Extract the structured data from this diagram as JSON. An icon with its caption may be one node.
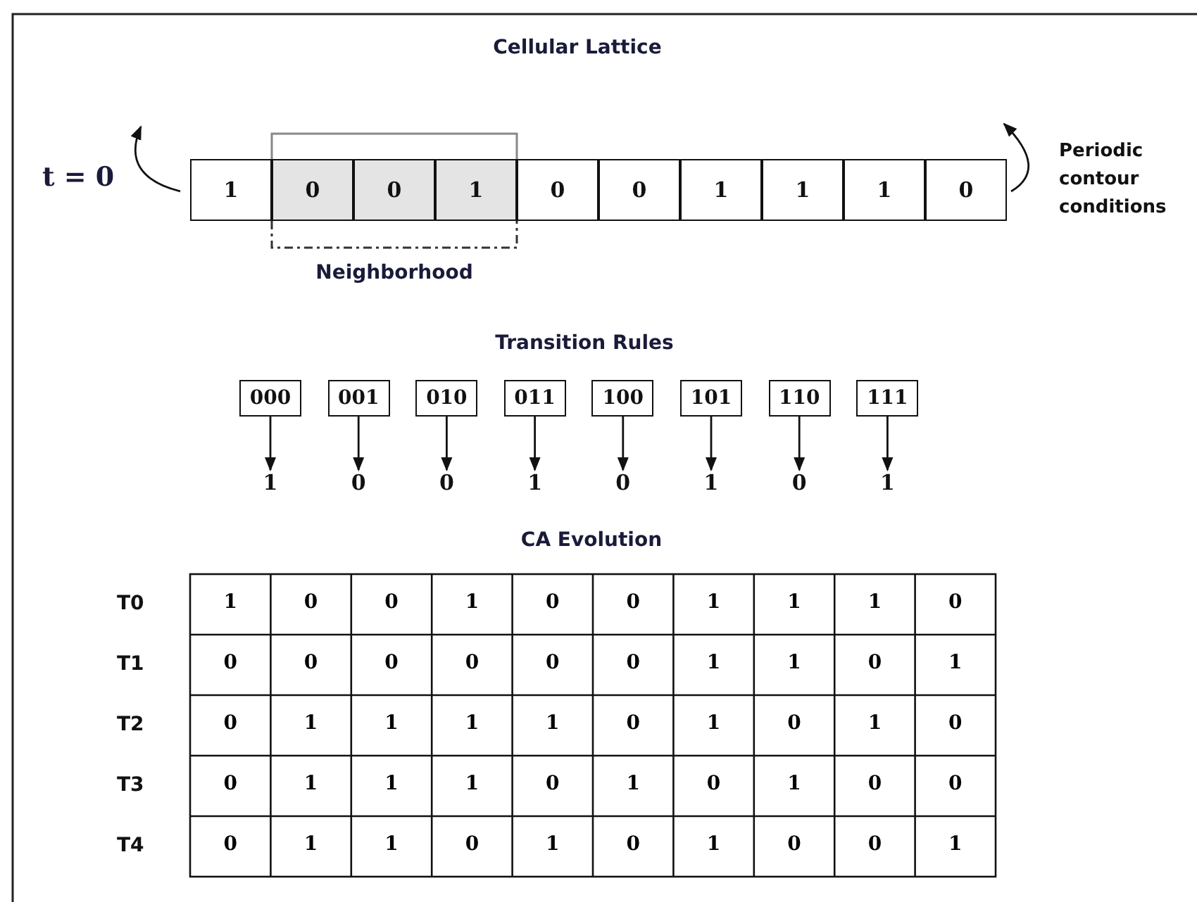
{
  "diagram": {
    "nodes": [
      {
        "text": [
          "1"
        ]
      },
      {
        "text": [
          "0"
        ]
      },
      {
        "text": [
          "0"
        ]
      },
      {
        "text": [
          "1"
        ]
      },
      {
        "text": [
          "0"
        ]
      },
      {
        "text": [
          "0"
        ]
      },
      {
        "text": [
          "1"
        ]
      },
      {
        "text": [
          "1"
        ]
      },
      {
        "text": [
          "1"
        ]
      },
      {
        "text": [
          "0"
        ]
      },
      {
        "text": [
          "000"
        ]
      },
      {
        "text": [
          "001"
        ]
      },
      {
        "text": [
          "010"
        ]
      },
      {
        "text": [
          "011"
        ]
      },
      {
        "text": [
          "100"
        ]
      },
      {
        "text": [
          "101"
        ]
      },
      {
        "text": [
          "110"
        ]
      },
      {
        "text": [
          "111"
        ]
      },
      {
        "text": [
          "1"
        ]
      },
      {
        "text": [
          "0"
        ]
      },
      {
        "text": [
          "0"
        ]
      },
      {
        "text": [
          "1"
        ]
      },
      {
        "text": [
          "0"
        ]
      },
      {
        "text": [
          "1"
        ]
      },
      {
        "text": [
          "0"
        ]
      },
      {
        "text": [
          "1"
        ]
      }
    ],
    "edges": [
      {
        "from": 10,
        "to": 18,
        "arrow": "to"
      },
      {
        "from": 11,
        "to": 19,
        "arrow": "to"
      },
      {
        "from": 12,
        "to": 20,
        "arrow": "to"
      },
      {
        "from": 13,
        "to": 21,
        "arrow": "to"
      },
      {
        "from": 14,
        "to": 22,
        "arrow": "to"
      },
      {
        "from": 15,
        "to": 23,
        "arrow": "to"
      },
      {
        "from": 16,
        "to": 24,
        "arrow": "to"
      },
      {
        "from": 17,
        "to": 25,
        "arrow": "to"
      },
      {
        "from": 0,
        "to": null,
        "arrow": "to"
      },
      {
        "from": 9,
        "to": null,
        "arrow": "to"
      }
    ],
    "labels": [
      "Cellular Lattice",
      "t = 0",
      "Periodic contour conditions",
      "Neighborhood",
      "Transition Rules",
      "CA Evolution",
      "T0",
      "1",
      "0",
      "0",
      "1",
      "0",
      "0",
      "1",
      "1",
      "1",
      "0",
      "T1",
      "0",
      "0",
      "0",
      "0",
      "0",
      "0",
      "1",
      "1",
      "0",
      "1",
      "T2",
      "0",
      "1",
      "1",
      "1",
      "1",
      "0",
      "1",
      "0",
      "1",
      "0",
      "T3",
      "0",
      "1",
      "1",
      "1",
      "0",
      "1",
      "0",
      "1",
      "0",
      "0",
      "T4",
      "0",
      "1",
      "1",
      "0",
      "1",
      "0",
      "1",
      "0",
      "0",
      "1"
    ]
  }
}
